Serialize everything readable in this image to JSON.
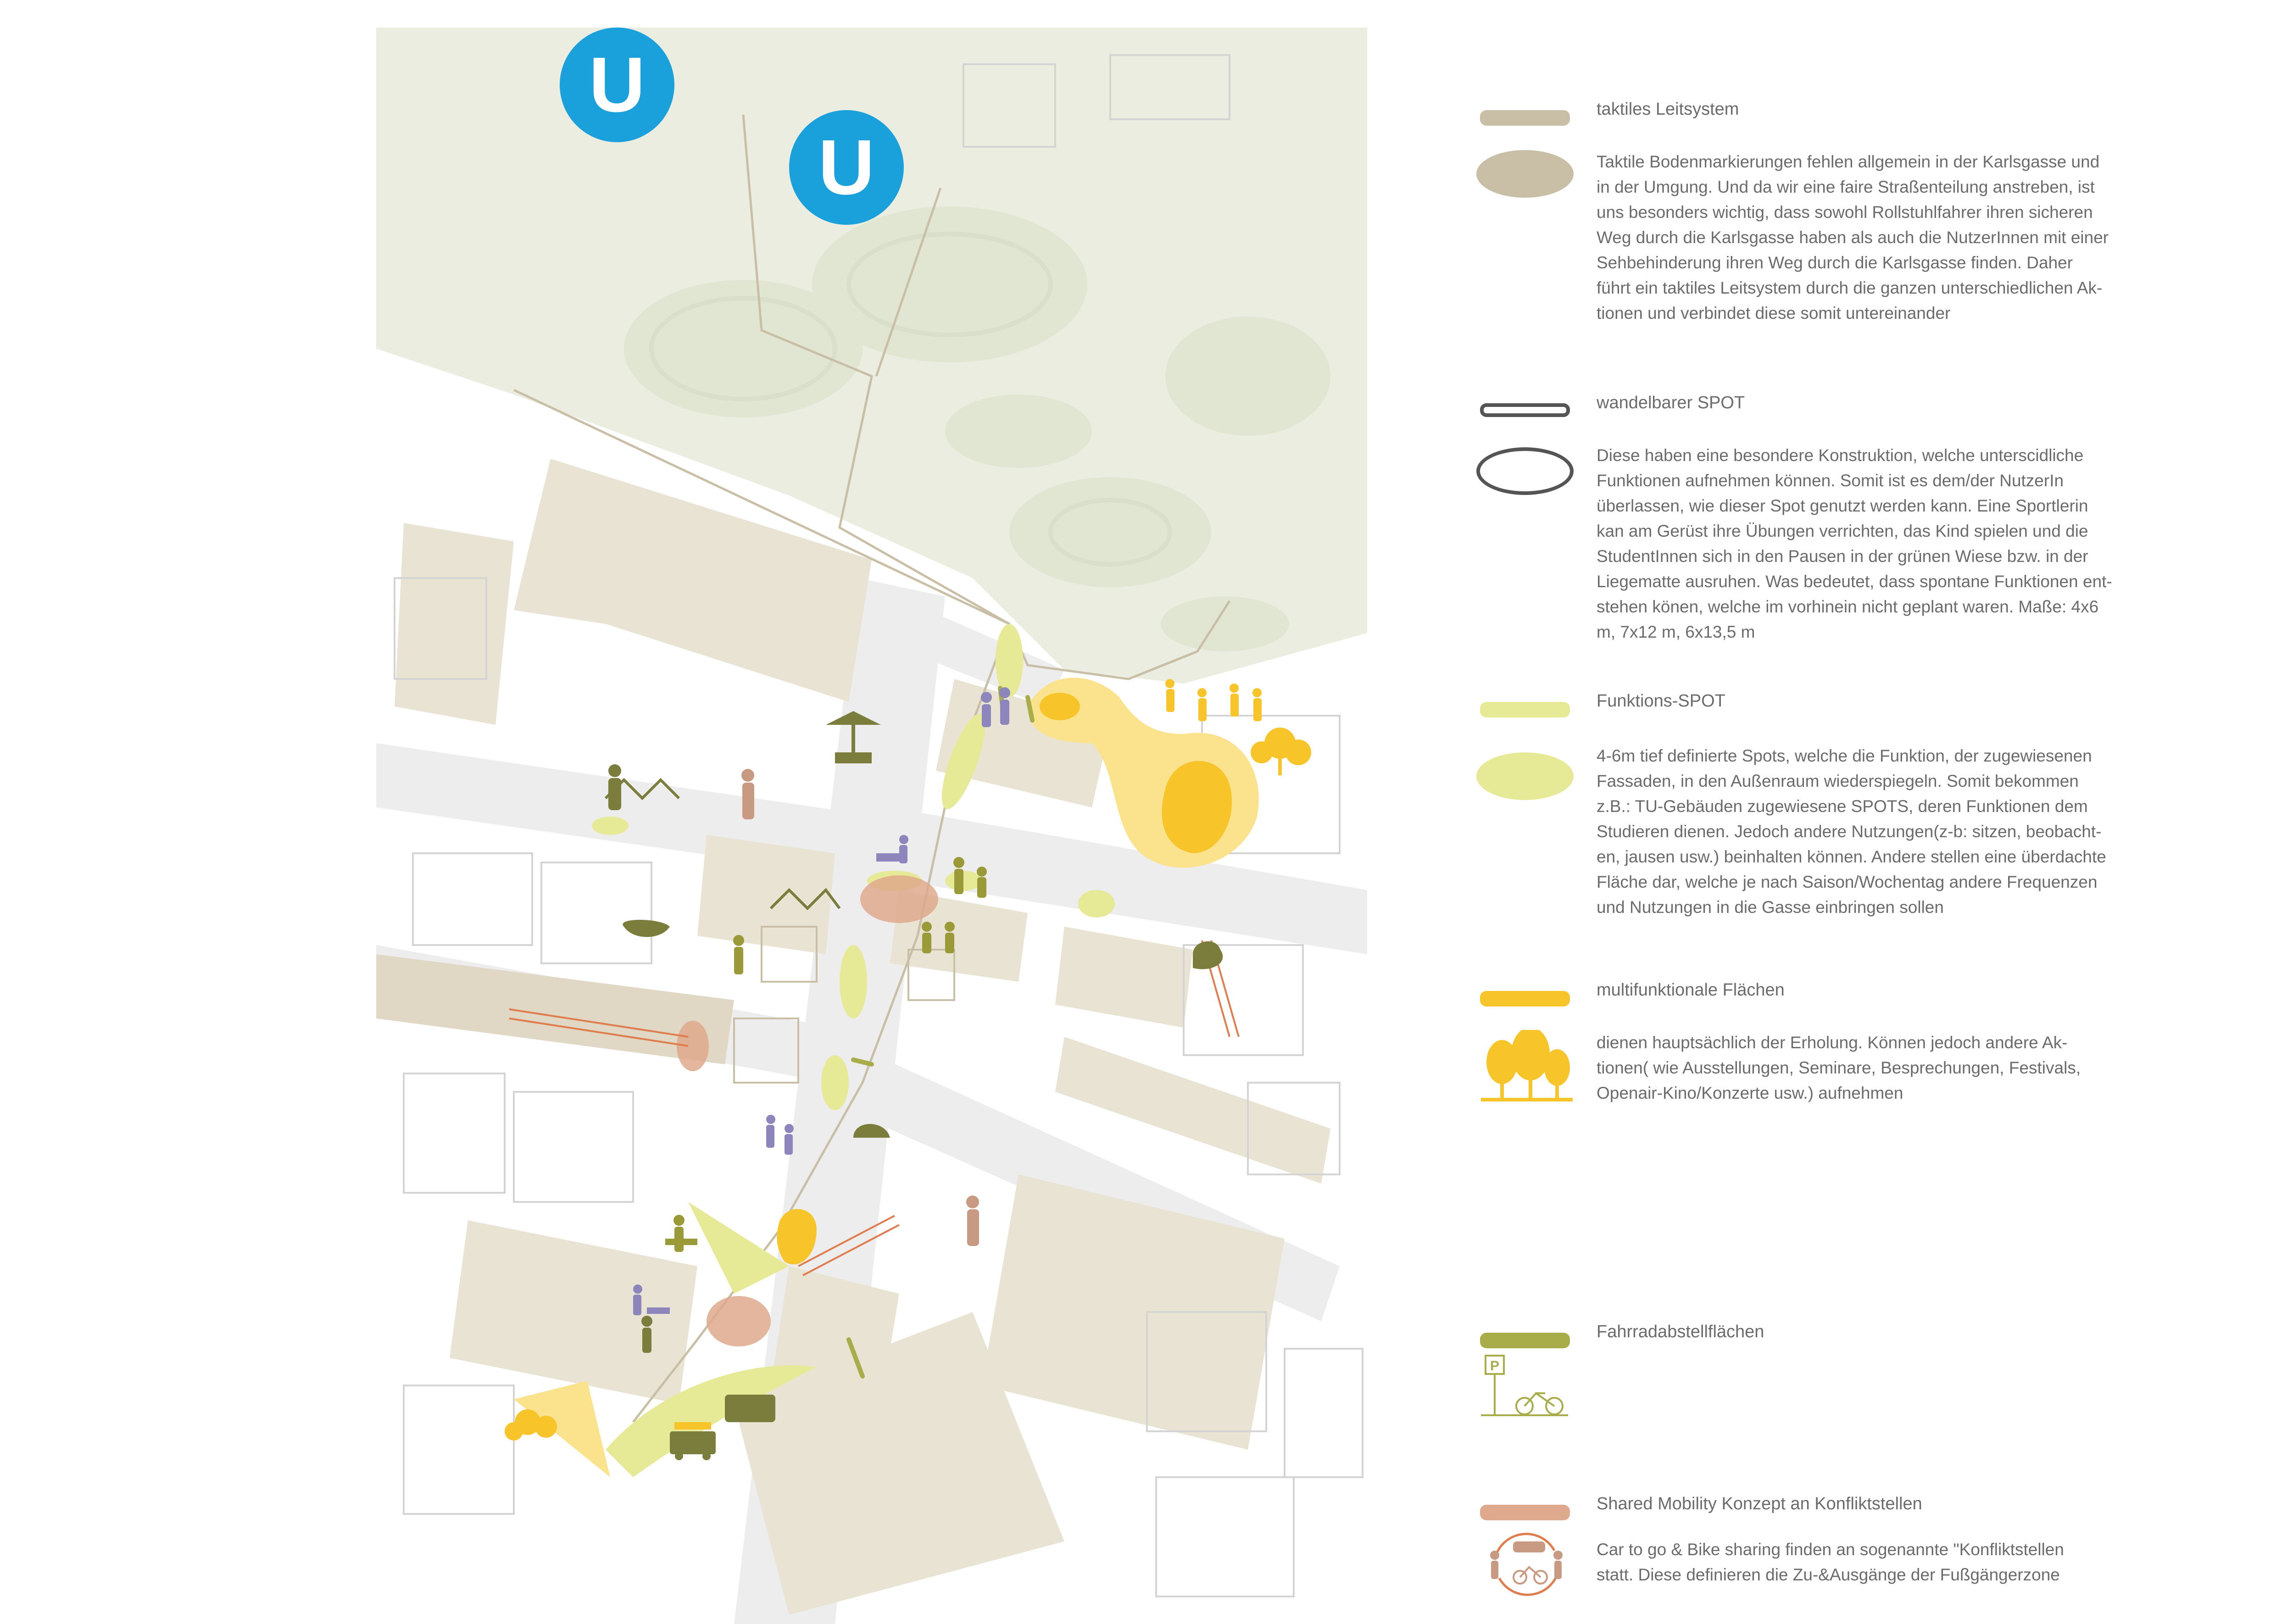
{
  "colors": {
    "tactile": "#c9bea6",
    "tactile_dark": "#bdb197",
    "wandelbar": "#555555",
    "funktion": "#e6ea96",
    "multi": "#f7c52a",
    "multi_light": "#fbe38e",
    "bike": "#a8ad4a",
    "shared": "#dea98c",
    "shared_line": "#e07d4e",
    "figure_purple": "#8d86bd",
    "figure_olive": "#9a9a38",
    "figure_brown": "#c99a82",
    "figure_dark": "#7a7d3c",
    "metro": "#1aa0db",
    "park": "#eaeddf",
    "park_shape": "#e1e6d3",
    "building": "#e9e3d4",
    "street": "#ededed"
  },
  "map": {
    "metro_icons": [
      {
        "label": "U"
      },
      {
        "label": "U"
      }
    ]
  },
  "legend": {
    "tactile": {
      "title": "taktiles Leitsystem",
      "lines": [
        "Taktile Bodenmarkierungen fehlen allgemein in der Karlsgasse und",
        "in der Umgung. Und da wir eine faire Straßenteilung anstreben, ist",
        "uns besonders wichtig, dass sowohl Rollstuhlfahrer ihren sicheren",
        "Weg durch die Karlsgasse haben als auch die NutzerInnen mit einer",
        "Sehbehinderung ihren Weg durch die Karlsgasse finden. Daher",
        "führt ein taktiles Leitsystem durch die ganzen unterschiedlichen Ak-",
        "tionen und verbindet diese somit untereinander"
      ]
    },
    "wandelbar": {
      "title": "wandelbarer SPOT",
      "lines": [
        "Diese haben eine besondere Konstruktion, welche unterscidliche",
        "Funktionen aufnehmen können. Somit ist es dem/der NutzerIn",
        "überlassen, wie dieser Spot genutzt werden kann. Eine  Sportlerin",
        "kan am Gerüst ihre Übungen verrichten, das Kind spielen und die",
        "StudentInnen sich in den Pausen in der grünen Wiese bzw. in der",
        "Liegematte  ausruhen. Was bedeutet, dass spontane Funktionen ent-",
        "stehen könen, welche im vorhinein nicht geplant waren. Maße: 4x6",
        "m, 7x12 m, 6x13,5 m"
      ]
    },
    "funktion": {
      "title": "Funktions-SPOT",
      "lines": [
        "4-6m tief definierte Spots, welche die Funktion, der zugewiesenen",
        "Fassaden, in den Außenraum wiederspiegeln. Somit bekommen",
        "z.B.: TU-Gebäuden zugewiesene SPOTS, deren Funktionen dem",
        "Studieren dienen. Jedoch  andere Nutzungen(z-b: sitzen, beobacht-",
        "en, jausen usw.) beinhalten können. Andere stellen eine überdachte",
        "Fläche dar, welche je nach Saison/Wochentag andere Frequenzen",
        "und Nutzungen in die Gasse einbringen sollen"
      ]
    },
    "multi": {
      "title": "multifunktionale Flächen",
      "lines": [
        "dienen hauptsächlich der Erholung. Können jedoch andere Ak-",
        "tionen( wie Ausstellungen, Seminare, Besprechungen, Festivals,",
        "Openair-Kino/Konzerte usw.) aufnehmen"
      ]
    },
    "bike": {
      "title": "Fahrradabstellflächen",
      "parking_letter": "P"
    },
    "shared": {
      "title": "Shared Mobility Konzept an Konfliktstellen",
      "lines": [
        "Car to go & Bike sharing finden an sogenannte \"Konfliktstellen",
        "statt. Diese definieren die Zu-&Ausgänge der Fußgängerzone"
      ]
    }
  }
}
